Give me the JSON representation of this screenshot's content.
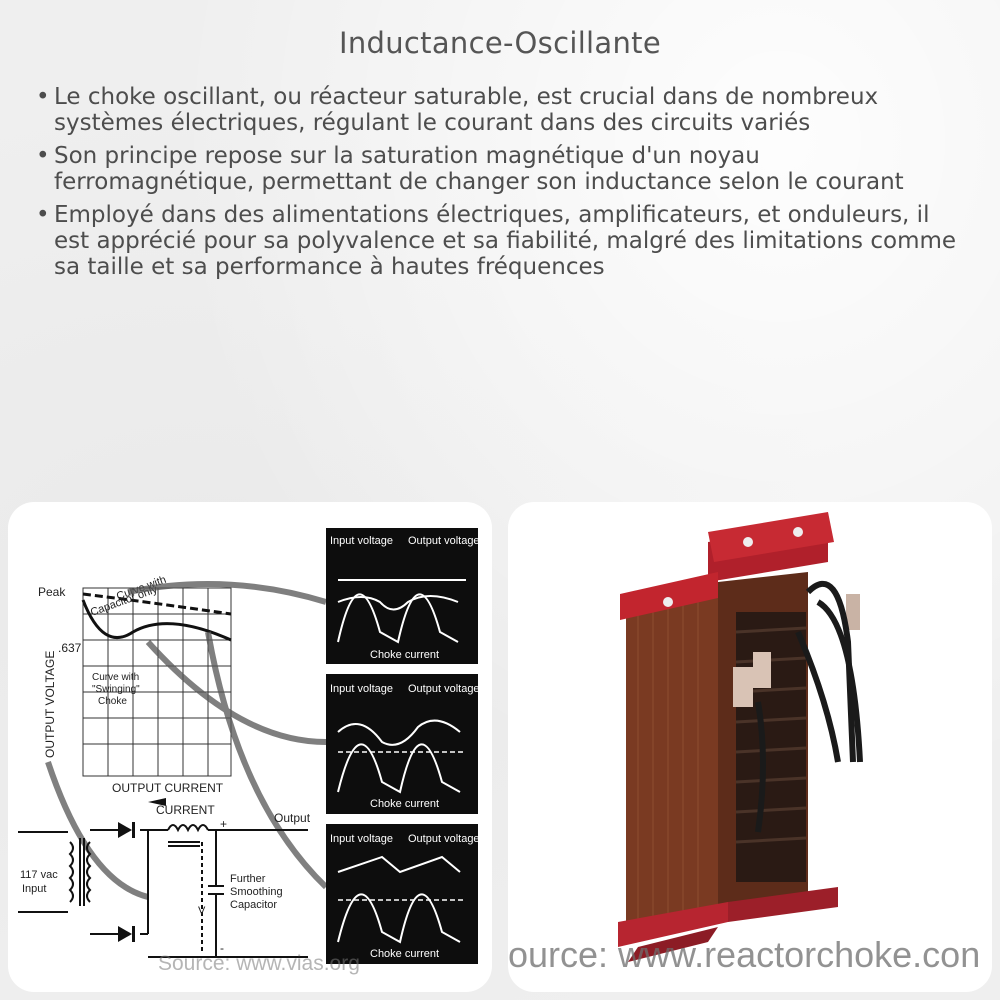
{
  "title": "Inductance-Oscillante",
  "bullets": [
    "Le choke oscillant, ou réacteur saturable, est crucial dans de nombreux systèmes électriques, régulant le courant dans des circuits variés",
    "Son principe repose sur la saturation magnétique d'un noyau ferromagnétique, permettant de changer son inductance selon le courant",
    "Employé dans des alimentations électriques, amplificateurs, et onduleurs, il est apprécié pour sa polyvalence et sa fiabilité, malgré des limitations comme sa taille et sa performance à hautes fréquences"
  ],
  "diagram": {
    "peak_label": "Peak",
    "value_label": ".637",
    "y_axis_label": "OUTPUT VOLTAGE",
    "x_axis_label": "OUTPUT CURRENT",
    "curve_label_1": "Curve with",
    "curve_label_2": "Capacitor only",
    "swinging_1": "Curve with",
    "swinging_2": "\"Swinging\"",
    "swinging_3": "Choke",
    "current_label": "CURRENT",
    "output_label": "Output",
    "input_1": "117 vac",
    "input_2": "Input",
    "plus": "+",
    "minus": "-",
    "v_label": "V",
    "cap_1": "Further",
    "cap_2": "Smoothing",
    "cap_3": "Capacitor",
    "scope_input": "Input voltage",
    "scope_output": "Output voltage",
    "scope_choke": "Choke current",
    "source_left": "Source: www.vias.org"
  },
  "photo": {
    "source_right": "ource: www.reactorchoke.con"
  }
}
